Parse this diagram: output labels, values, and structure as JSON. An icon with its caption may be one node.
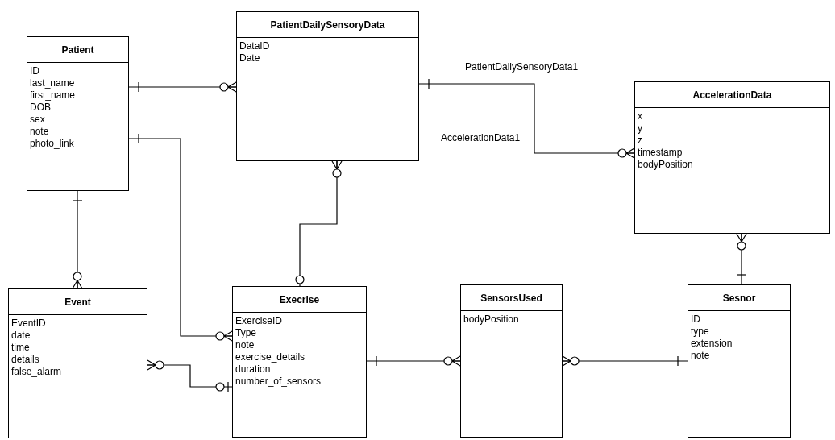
{
  "diagram": {
    "nodes": [
      {
        "text": [
          "Patient",
          "ID",
          "last_name",
          "first_name",
          "DOB",
          "sex",
          "note",
          "photo_link"
        ]
      },
      {
        "text": [
          "PatientDailySensoryData",
          "DataID",
          "Date"
        ]
      },
      {
        "text": [
          "AccelerationData",
          "x",
          "y",
          "z",
          "timestamp",
          "bodyPosition"
        ]
      },
      {
        "text": [
          "Event",
          "EventID",
          "date",
          "time",
          "details",
          "false_alarm"
        ]
      },
      {
        "text": [
          "Execrise",
          "ExerciseID",
          "Type",
          "note",
          "exercise_details",
          "duration",
          "number_of_sensors"
        ]
      },
      {
        "text": [
          "SensorsUsed",
          "bodyPosition"
        ]
      },
      {
        "text": [
          "Sesnor",
          "ID",
          "type",
          "extension",
          "note"
        ]
      }
    ],
    "edges": [
      {
        "from": 0,
        "to": 1,
        "arrow": "other"
      },
      {
        "from": 0,
        "to": 4,
        "arrow": "other"
      },
      {
        "from": 0,
        "to": 3,
        "arrow": "other"
      },
      {
        "from": 1,
        "to": 4,
        "arrow": "other"
      },
      {
        "from": 1,
        "to": 2,
        "arrow": "other"
      },
      {
        "from": 3,
        "to": 4,
        "arrow": "other"
      },
      {
        "from": 4,
        "to": 5,
        "arrow": "other"
      },
      {
        "from": 5,
        "to": 6,
        "arrow": "other"
      },
      {
        "from": 6,
        "to": 2,
        "arrow": "other"
      }
    ],
    "labels": [
      "PatientDailySensoryData1",
      "AccelerationData1"
    ]
  }
}
